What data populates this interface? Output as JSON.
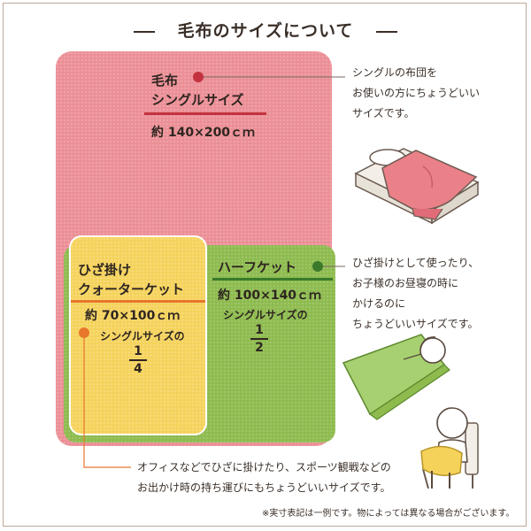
{
  "title": "毛布のサイズについて",
  "blankets": {
    "single": {
      "name_line1": "毛布",
      "name_line2": "シングルサイズ",
      "size": "約 140×200ｃｍ",
      "color": "#eb8e95",
      "accent": "#c4323f",
      "description": [
        "シングルの布団を",
        "お使いの方にちょうどいい",
        "サイズです。"
      ]
    },
    "half": {
      "name": "ハーフケット",
      "size": "約 100×140ｃｍ",
      "ratio_label": "シングルサイズの",
      "ratio_numerator": "1",
      "ratio_denominator": "2",
      "color": "#8dbb4e",
      "accent": "#3a7a2a",
      "description": [
        "ひざ掛けとして使ったり、",
        "お子様のお昼寝の時に",
        "かけるのに",
        "ちょうどいいサイズです。"
      ]
    },
    "lap": {
      "name_line1": "ひざ掛け",
      "name_line2": "クォーターケット",
      "size": "約 70×100ｃｍ",
      "ratio_label": "シングルサイズの",
      "ratio_numerator": "1",
      "ratio_denominator": "4",
      "color": "#f5d25a",
      "accent": "#e8762b",
      "description": [
        "オフィスなどでひざに掛けたり、スポーツ観戦などの",
        "お出かけ時の持ち運びにもちょうどいいサイズです。"
      ]
    }
  },
  "illustrations": [
    "bed-with-blanket-illustration",
    "child-napping-illustration",
    "person-in-chair-illustration"
  ],
  "footnote": "※実寸表記は一例です。物によっては異なる場合がございます。"
}
